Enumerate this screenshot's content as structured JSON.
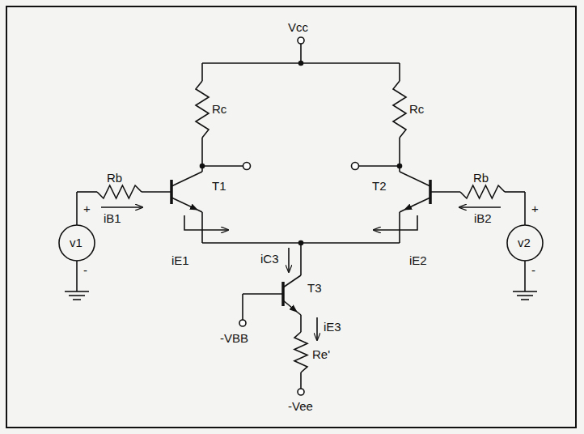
{
  "diagram": {
    "labels": [
      "Vcc",
      "Rc",
      "Rc",
      "Rb",
      "iB1",
      "T1",
      "T2",
      "Rb",
      "iB2",
      "+",
      "v1",
      "-",
      "iE1",
      "iC3",
      "iE2",
      "+",
      "v2",
      "-",
      "T3",
      "-VBB",
      "iE3",
      "Re'",
      "-Vee"
    ]
  }
}
